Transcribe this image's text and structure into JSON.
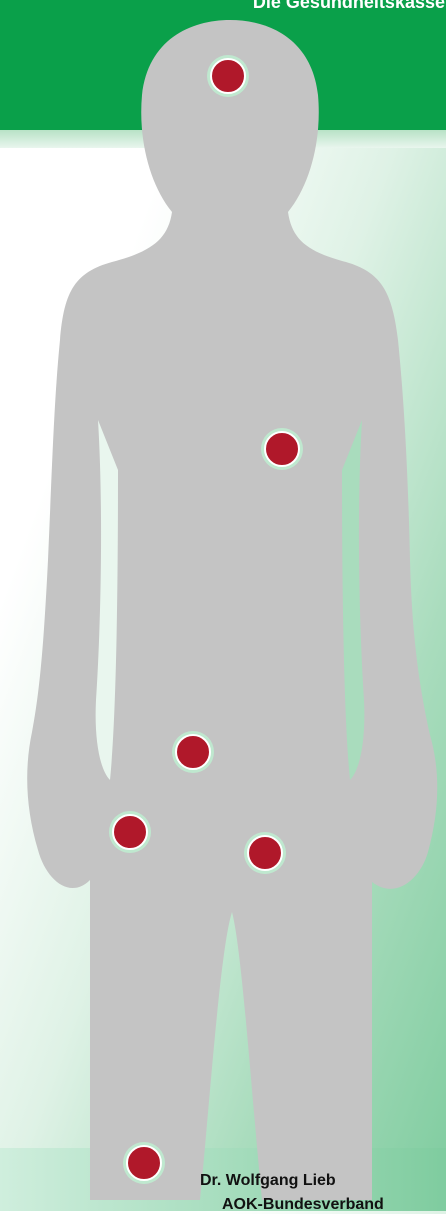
{
  "header": {
    "tagline": "Die Gesundheitskasse.",
    "brand_color": "#0aa04a"
  },
  "figure": {
    "silhouette_color": "#c4c4c4",
    "marker_color": "#b0182a",
    "marker_ring_color": "#bfe8cf",
    "markers": [
      {
        "name": "head-marker"
      },
      {
        "name": "abdomen-marker"
      },
      {
        "name": "hip-marker"
      },
      {
        "name": "left-thigh-marker"
      },
      {
        "name": "right-thigh-marker"
      },
      {
        "name": "ankle-marker"
      }
    ]
  },
  "footer": {
    "line1": "Dr. Wolfgang Lieb",
    "line2": "AOK-Bundesverband"
  }
}
